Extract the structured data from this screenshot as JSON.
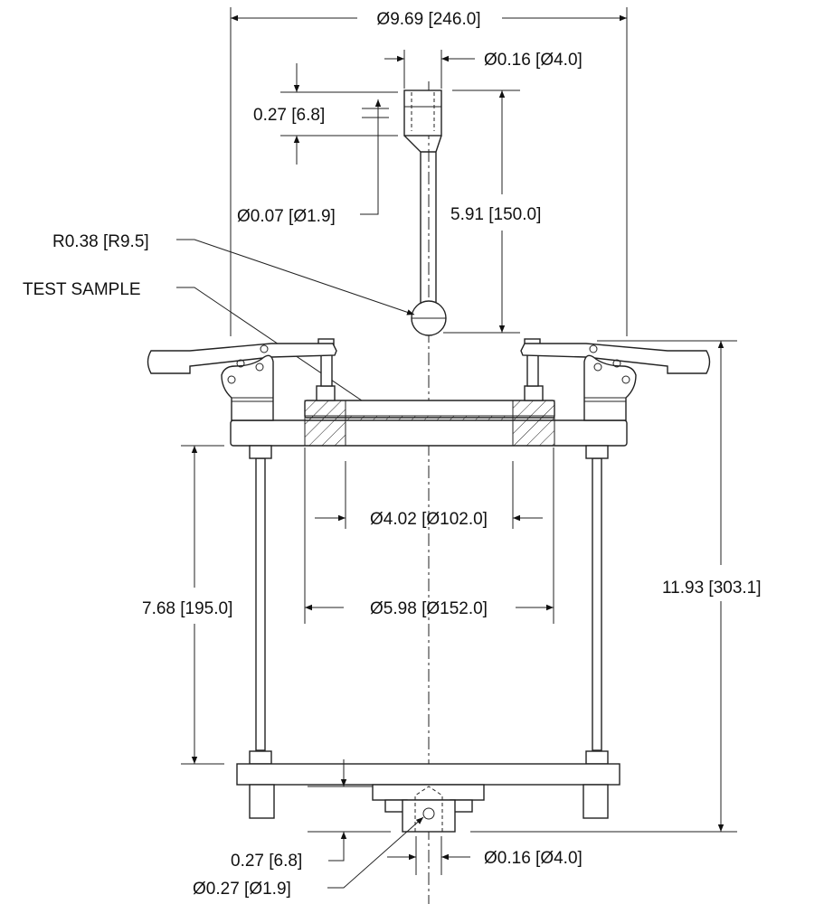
{
  "title": "Test fixture with probe dimension drawing",
  "dimensions": {
    "overall_diameter": "Ø9.69 [246.0]",
    "probe_tip_diameter_top": "Ø0.16 [Ø4.0]",
    "probe_head_depth": "0.27 [6.8]",
    "probe_hole_diameter": "Ø0.07 [Ø1.9]",
    "probe_length": "5.91 [150.0]",
    "ball_radius": "R0.38 [R9.5]",
    "test_sample_label": "TEST SAMPLE",
    "inner_diameter": "Ø4.02 [Ø102.0]",
    "ring_diameter": "Ø5.98 [Ø152.0]",
    "rod_height": "7.68 [195.0]",
    "overall_height": "11.93 [303.1]",
    "base_depth": "0.27 [6.8]",
    "base_hole_diameter": "Ø0.16 [Ø4.0]",
    "cross_hole_diameter": "Ø0.27 [Ø1.9]"
  }
}
